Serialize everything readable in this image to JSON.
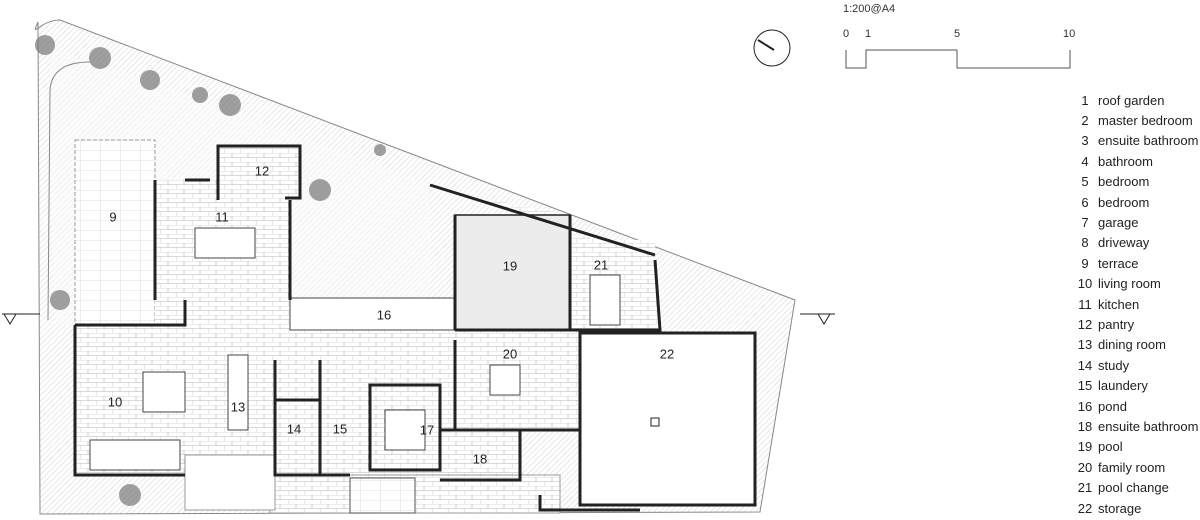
{
  "scale": {
    "title": "1:200@A4",
    "ticks": [
      "0",
      "1",
      "5",
      "10"
    ]
  },
  "rooms": {
    "r9": "9",
    "r10": "10",
    "r11": "11",
    "r12": "12",
    "r13": "13",
    "r14": "14",
    "r15": "15",
    "r16": "16",
    "r17": "17",
    "r18": "18",
    "r19": "19",
    "r20": "20",
    "r21": "21",
    "r22": "22"
  },
  "legend": [
    {
      "num": "1",
      "name": "roof garden"
    },
    {
      "num": "2",
      "name": "master bedroom"
    },
    {
      "num": "3",
      "name": "ensuite bathroom"
    },
    {
      "num": "4",
      "name": "bathroom"
    },
    {
      "num": "5",
      "name": "bedroom"
    },
    {
      "num": "6",
      "name": "bedroom"
    },
    {
      "num": "7",
      "name": "garage"
    },
    {
      "num": "8",
      "name": "driveway"
    },
    {
      "num": "9",
      "name": "terrace"
    },
    {
      "num": "10",
      "name": "living room"
    },
    {
      "num": "11",
      "name": "kitchen"
    },
    {
      "num": "12",
      "name": "pantry"
    },
    {
      "num": "13",
      "name": "dining room"
    },
    {
      "num": "14",
      "name": "study"
    },
    {
      "num": "15",
      "name": "laundery"
    },
    {
      "num": "16",
      "name": "pond"
    },
    {
      "num": "18",
      "name": "ensuite bathroom"
    },
    {
      "num": "19",
      "name": "pool"
    },
    {
      "num": "20",
      "name": "family room"
    },
    {
      "num": "21",
      "name": "pool change"
    },
    {
      "num": "22",
      "name": "storage"
    }
  ],
  "colors": {
    "wall": "#222222",
    "pool": "#ececec",
    "hatch": "#b0b0b0"
  }
}
